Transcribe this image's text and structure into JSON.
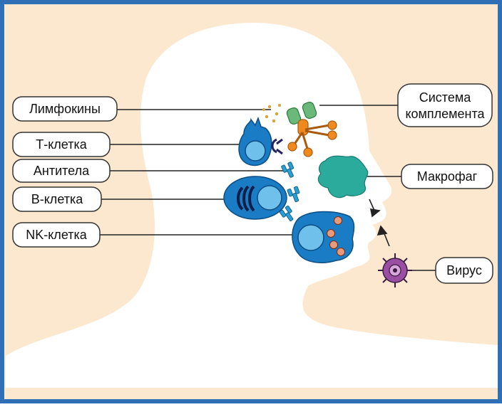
{
  "labels": {
    "lymphokines": "Лимфокины",
    "t_cell": "Т-клетка",
    "antibodies": "Антитела",
    "b_cell": "В-клетка",
    "nk_cell": "NK-клетка",
    "complement_line1": "Система",
    "complement_line2": "комплемента",
    "macrophage": "Макрофаг",
    "virus": "Вирус"
  },
  "colors": {
    "background": "#fbe8cf",
    "border": "#2e6fb5",
    "silhouette": "#ffffff",
    "cell_blue": "#1a7cc4",
    "cell_light": "#6fc1ec",
    "macrophage": "#2aab9c",
    "complement_green": "#6ab87a",
    "complement_orange": "#f18a1e",
    "virus_purple": "#9a4fa3"
  }
}
